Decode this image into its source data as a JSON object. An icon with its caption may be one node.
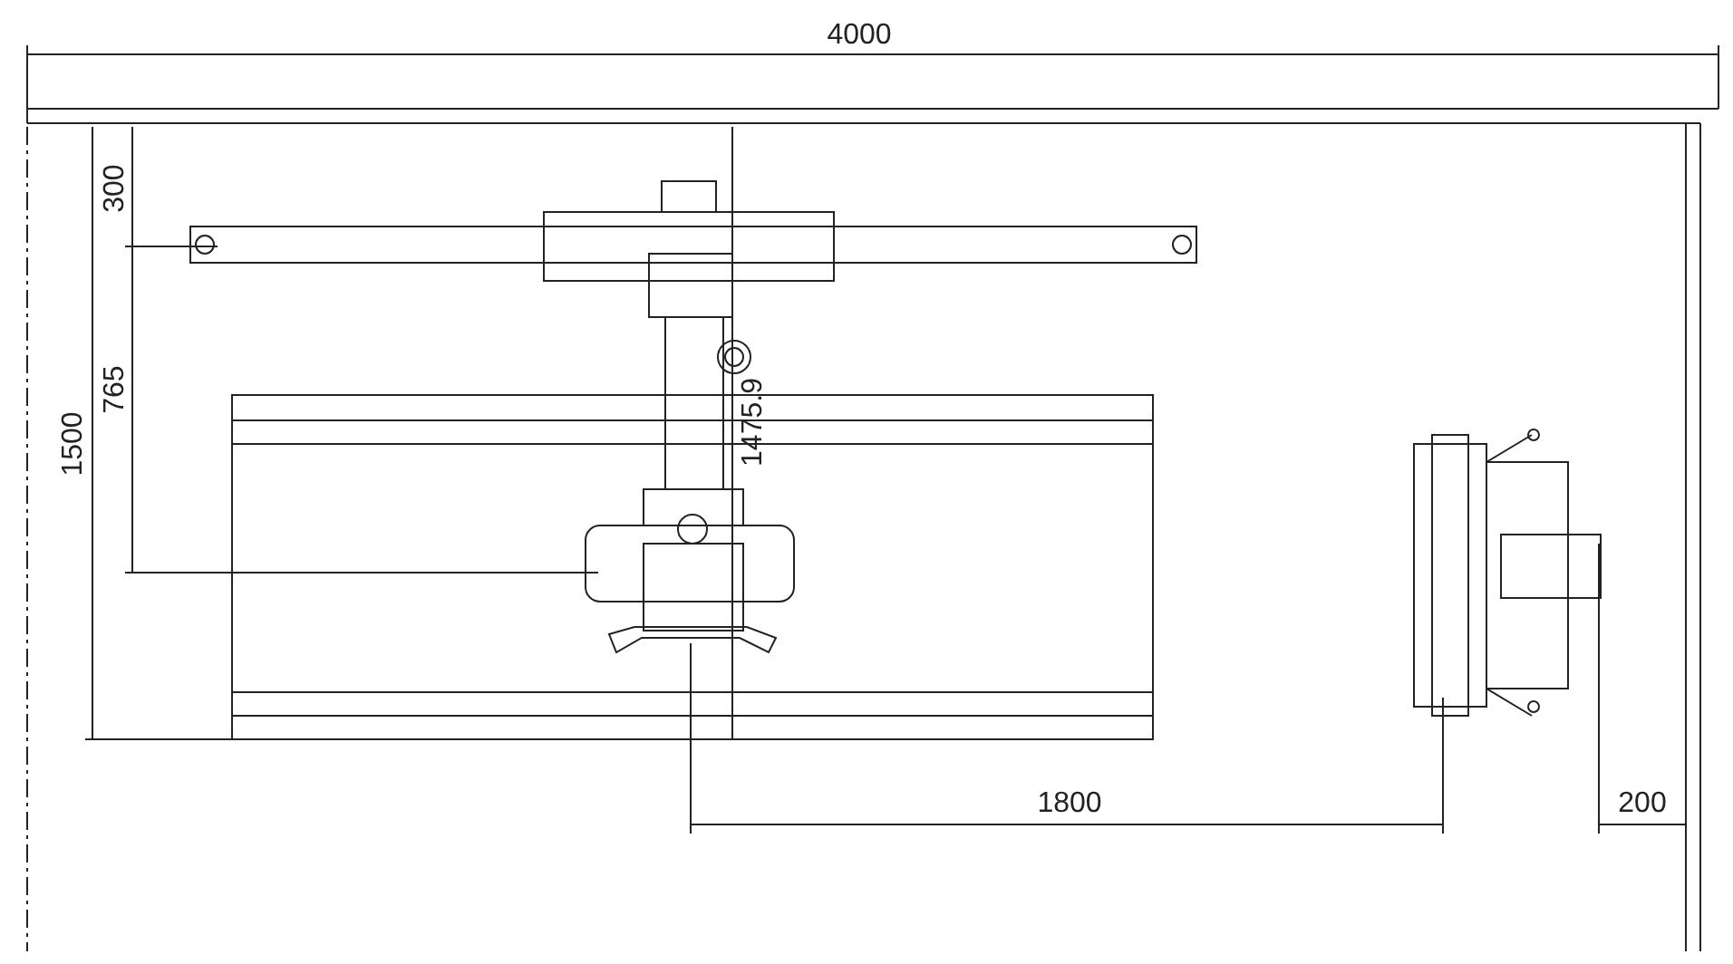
{
  "diagram": {
    "labels": [
      "4000",
      "300",
      "765",
      "1500",
      "1475.9",
      "1800",
      "200"
    ]
  }
}
